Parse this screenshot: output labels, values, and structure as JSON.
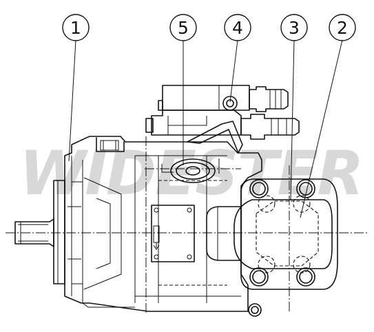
{
  "watermark": {
    "text": "WIDESTER",
    "color": "#d8d8d8"
  },
  "callouts": [
    {
      "id": "c1",
      "label": "1"
    },
    {
      "id": "c5",
      "label": "5"
    },
    {
      "id": "c4",
      "label": "4"
    },
    {
      "id": "c3",
      "label": "3"
    },
    {
      "id": "c2",
      "label": "2"
    }
  ],
  "colors": {
    "line": "#111111",
    "background": "#ffffff"
  }
}
